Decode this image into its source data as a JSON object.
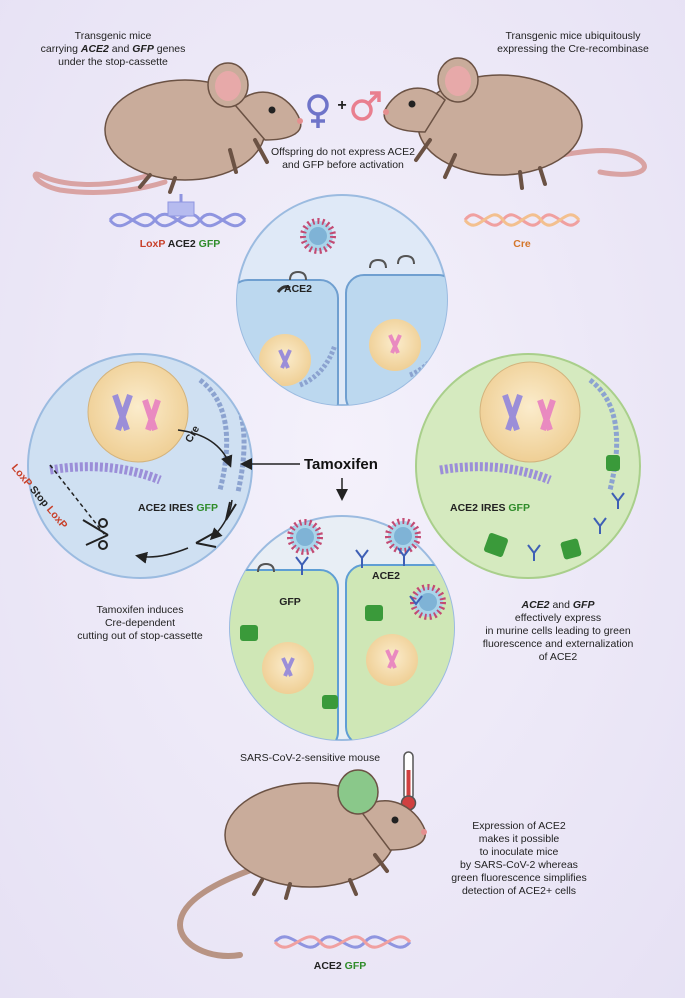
{
  "colors": {
    "background": "#ece8f6",
    "mouse_fur": "#c9ac9b",
    "mouse_green": "#8ac88a",
    "cell_blue": "#bcd8ef",
    "cell_green": "#cfe7b6",
    "nucleus": "#f6e2b4",
    "chrom_blue": "#9b8ed8",
    "chrom_pink": "#e98ac0",
    "loxp_red": "#c8402a",
    "gfp_green": "#2f8c2a",
    "cre_orange": "#d4762a",
    "female_symbol": "#6f74c9",
    "male_symbol": "#e97f8f"
  },
  "top_left_label": {
    "line1": "Transgenic mice",
    "line2_pre": "carrying ",
    "line2_gene1": "ACE2",
    "line2_mid": " and ",
    "line2_gene2": "GFP",
    "line2_post": " genes",
    "line3": "under the stop-cassette"
  },
  "top_right_label": {
    "line1": "Transgenic mice ubiquitously",
    "line2": "expressing the Cre-recombinase"
  },
  "symbols": {
    "plus": "+"
  },
  "offspring_label": {
    "line1_pre": "Offspring do not express ",
    "line1_gene": "ACE2",
    "line2": "and GFP before activation"
  },
  "left_dna_label": {
    "loxp": "LoxP",
    "ace2": "ACE2",
    "gfp": "GFP"
  },
  "right_dna_label": {
    "cre": "Cre"
  },
  "top_circle": {
    "ace2_label": "ACE2"
  },
  "left_circle": {
    "cre_label": "Cre",
    "loxp1": "LoxP",
    "stop": "Stop",
    "loxp2": "LoxP",
    "construct_ace2": "ACE2",
    "construct_ires": "IRES",
    "construct_gfp": "GFP"
  },
  "right_circle": {
    "construct_ace2": "ACE2",
    "construct_ires": "IRES",
    "construct_gfp": "GFP"
  },
  "bottom_circle": {
    "gfp_label": "GFP",
    "ace2_label": "ACE2"
  },
  "center_label": "Tamoxifen",
  "left_caption": {
    "line1": "Tamoxifen induces",
    "line2": "Cre-dependent",
    "line3": "cutting out of stop-cassette"
  },
  "right_caption": {
    "line1_gene1": "ACE2",
    "line1_mid": " and ",
    "line1_gene2": "GFP",
    "line2": "effectively express",
    "line3": "in murine cells leading to green",
    "line4": "fluorescence and externalization",
    "line5_pre": "of ",
    "line5_gene": "ACE2"
  },
  "sensitive_mouse_label": "SARS-CoV-2-sensitive mouse",
  "bottom_caption": {
    "line1_pre": "Expression of ",
    "line1_gene": "ACE2",
    "line2": "makes it possible",
    "line3": "to inoculate mice",
    "line4": "by SARS-CoV-2 whereas",
    "line5": "green fluorescence simplifies",
    "line6_pre": "detection of ",
    "line6_gene": "ACE2+ cells"
  },
  "bottom_dna_label": {
    "ace2": "ACE2",
    "gfp": "GFP"
  }
}
